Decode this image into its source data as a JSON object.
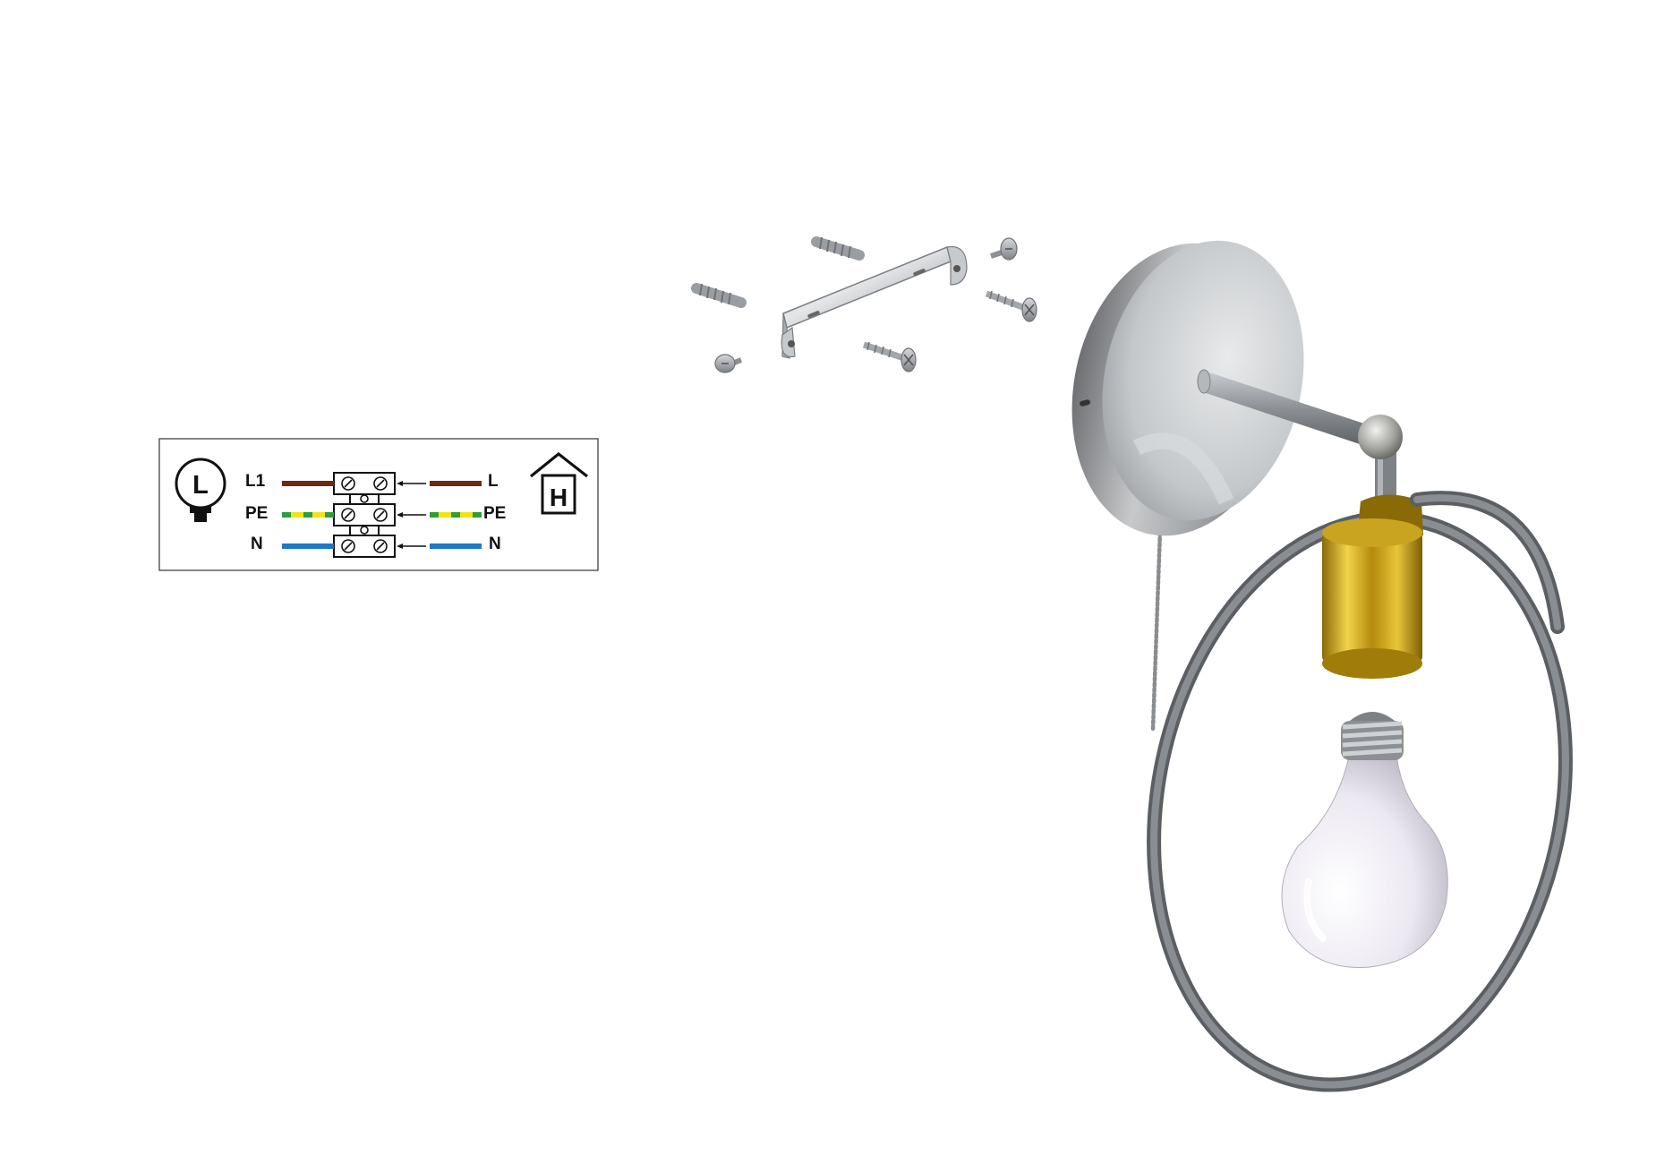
{
  "wiring": {
    "lamp_symbol": "L",
    "house_symbol": "H",
    "rows": [
      {
        "left": "L1",
        "right": "L",
        "wire": "brown"
      },
      {
        "left": "PE",
        "right": "PE",
        "wire": "green-yellow"
      },
      {
        "left": "N",
        "right": "N",
        "wire": "blue"
      }
    ]
  },
  "colors": {
    "live": "#6b2a12",
    "earth_green": "#2e9e3a",
    "earth_yellow": "#f2e21a",
    "neutral": "#1e78c8"
  },
  "icons": [
    "lamp-symbol-icon",
    "house-symbol-icon",
    "terminal-block-icon",
    "arrow-left-icon"
  ]
}
